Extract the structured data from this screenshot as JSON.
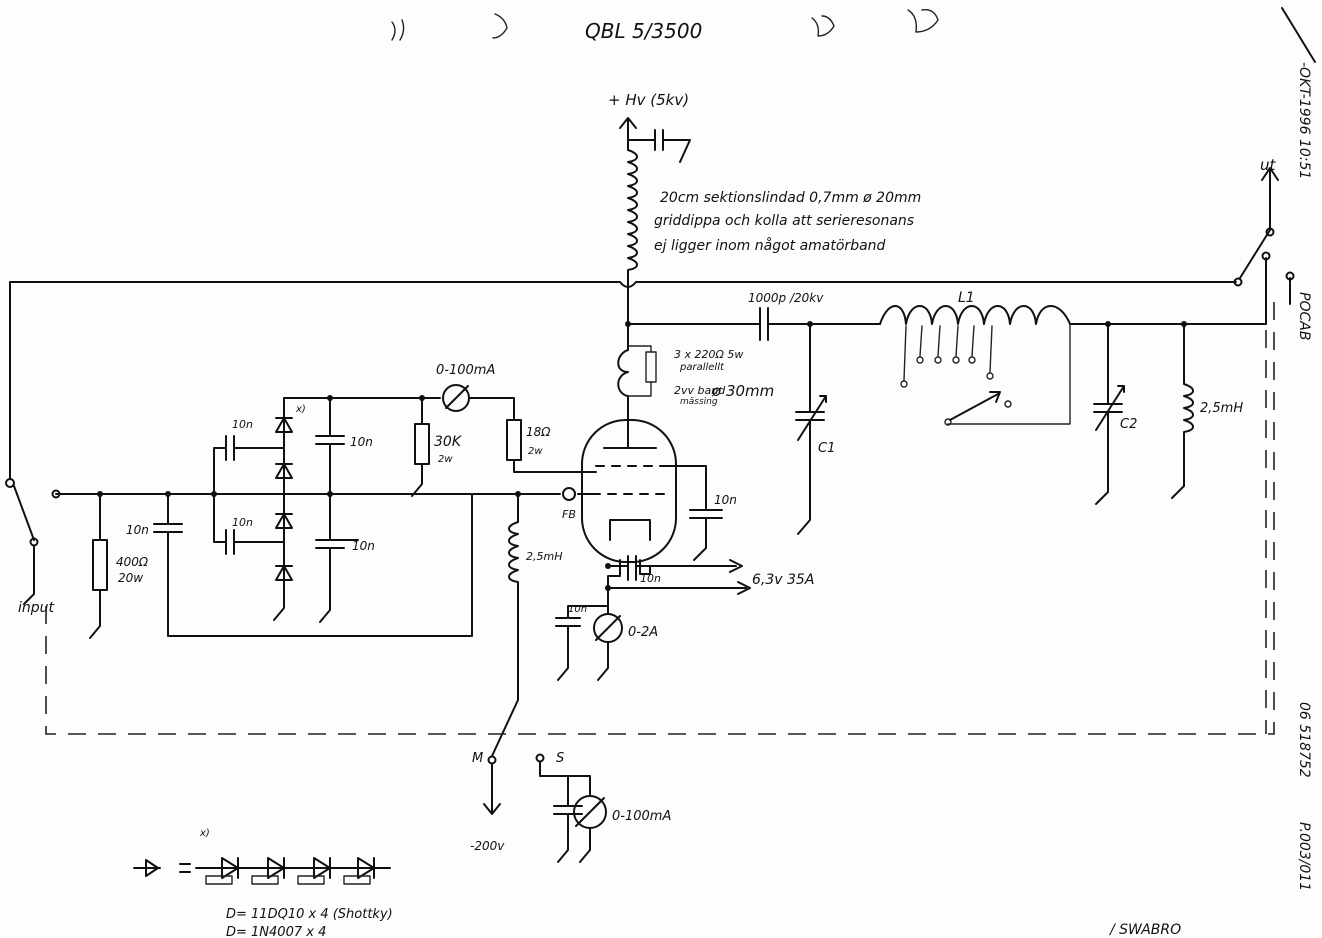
{
  "title": "QBL 5/3500",
  "fax_header": {
    "date_time": "-OKT-1996   10:51",
    "sender": "POCAB",
    "number": "06 518752",
    "page": "P.003/011"
  },
  "labels": {
    "hv": "+ Hv (5kv)",
    "coil_note_line1": "20cm sektionslindad 0,7mm  ø 20mm",
    "coil_note_line2": "griddippa och kolla att serieresonans",
    "coil_note_line3": "ej ligger inom något amatörband",
    "out": "ut",
    "coupling_cap": "1000p /20kv",
    "l1": "L1",
    "suppressor_line1": "3 x 220Ω 5w",
    "suppressor_line2": "parallellt",
    "suppressor_line3": "2vv band",
    "suppressor_line4": "mässing",
    "suppressor_line5": "ø 30mm",
    "c1": "C1",
    "c2": "C2",
    "rfc_out": "2,5mH",
    "grid_meter": "0-100mA",
    "r30k_line1": "30K",
    "r30k_line2": "2w",
    "r18_line1": "18Ω",
    "r18_line2": "2w",
    "cap_10n_a": "10n",
    "cap_10n_b": "10n",
    "cap_10n_c": "10n",
    "cap_10n_d": "10n",
    "cap_10n_e": "10n",
    "cap_10n_f": "10n",
    "cap_10n_g": "10n",
    "cap_10n_h": "10n",
    "diode_mark": "x)",
    "r400_line1": "400Ω",
    "r400_line2": "20w",
    "input": "input",
    "fb": "FB",
    "rfc_grid": "2,5mH",
    "filament": "6,3v 35A",
    "cathode_meter": "0-2A",
    "switch_m": "M",
    "switch_s": "S",
    "bias": "-200v",
    "screen_meter": "0-100mA",
    "footnote_mark": "x)",
    "diode_part": "D= 11DQ10 x 4  (Shottky)",
    "diode_part2": "D= 1N4007 x 4",
    "signature": "/ SWABRO"
  }
}
